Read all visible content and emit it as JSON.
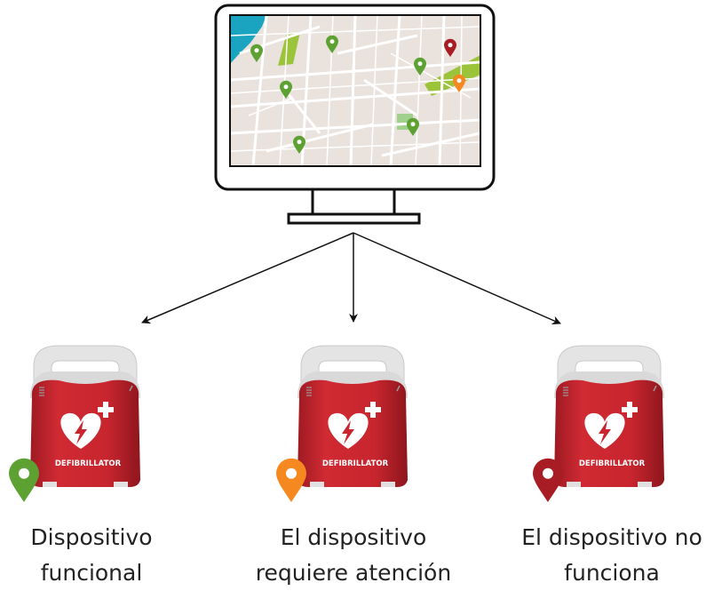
{
  "device_label": "DEFIBRILLATOR",
  "colors": {
    "status_ok": "#5ca131",
    "status_warning": "#f5891f",
    "status_error": "#a81d23",
    "device_body": "#c8252e",
    "device_handle": "#e4e4e4",
    "map_water": "#1ba4c0",
    "map_park": "#9cc43a",
    "outline": "#111111"
  },
  "devices": [
    {
      "status": "ok",
      "pin_color": "#5ca131",
      "caption_line1": "Dispositivo",
      "caption_line2": "funcional"
    },
    {
      "status": "warning",
      "pin_color": "#f5891f",
      "caption_line1": "El dispositivo",
      "caption_line2": "requiere atención"
    },
    {
      "status": "error",
      "pin_color": "#a81d23",
      "caption_line1": "El dispositivo no",
      "caption_line2": "funciona"
    }
  ],
  "map_pins": [
    {
      "color": "#5ca131"
    },
    {
      "color": "#5ca131"
    },
    {
      "color": "#a81d23"
    },
    {
      "color": "#5ca131"
    },
    {
      "color": "#f5891f"
    },
    {
      "color": "#5ca131"
    },
    {
      "color": "#5ca131"
    },
    {
      "color": "#5ca131"
    }
  ]
}
